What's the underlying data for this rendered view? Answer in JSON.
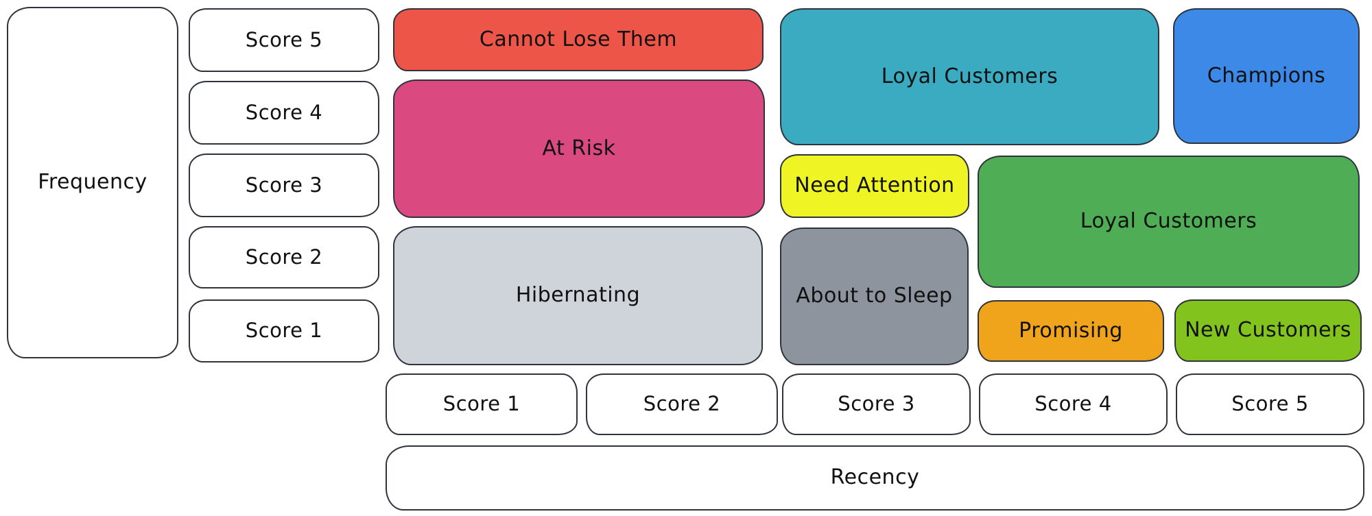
{
  "y_axis": {
    "label": "Frequency",
    "scores": [
      "Score 5",
      "Score 4",
      "Score 3",
      "Score 2",
      "Score 1"
    ]
  },
  "x_axis": {
    "label": "Recency",
    "scores": [
      "Score 1",
      "Score 2",
      "Score 3",
      "Score 4",
      "Score 5"
    ]
  },
  "segments": {
    "cannot_lose_them": {
      "label": "Cannot Lose Them",
      "fill": "#ed5549",
      "recency": "1-2",
      "frequency": "5"
    },
    "at_risk": {
      "label": "At Risk",
      "fill": "#da4a80",
      "recency": "1-2",
      "frequency": "3-4"
    },
    "hibernating": {
      "label": "Hibernating",
      "fill": "#cfd4db",
      "recency": "1-2",
      "frequency": "1-2"
    },
    "loyal_customers_upper": {
      "label": "Loyal Customers",
      "fill": "#3aabc0",
      "recency": "3-4",
      "frequency": "4-5"
    },
    "champions": {
      "label": "Champions",
      "fill": "#3c89e8",
      "recency": "5",
      "frequency": "4-5"
    },
    "need_attention": {
      "label": "Need Attention",
      "fill": "#eff524",
      "recency": "3",
      "frequency": "3"
    },
    "loyal_customers_lower": {
      "label": "Loyal Customers",
      "fill": "#4fae55",
      "recency": "4-5",
      "frequency": "2-3"
    },
    "about_to_sleep": {
      "label": "About to Sleep",
      "fill": "#8e949e",
      "recency": "3",
      "frequency": "1-2"
    },
    "promising": {
      "label": "Promising",
      "fill": "#f0a41c",
      "recency": "4",
      "frequency": "1"
    },
    "new_customers": {
      "label": "New Customers",
      "fill": "#83c31d",
      "recency": "5",
      "frequency": "1"
    }
  },
  "colors": {
    "border": "#2f343c",
    "text": "#111111",
    "background": "#ffffff"
  }
}
